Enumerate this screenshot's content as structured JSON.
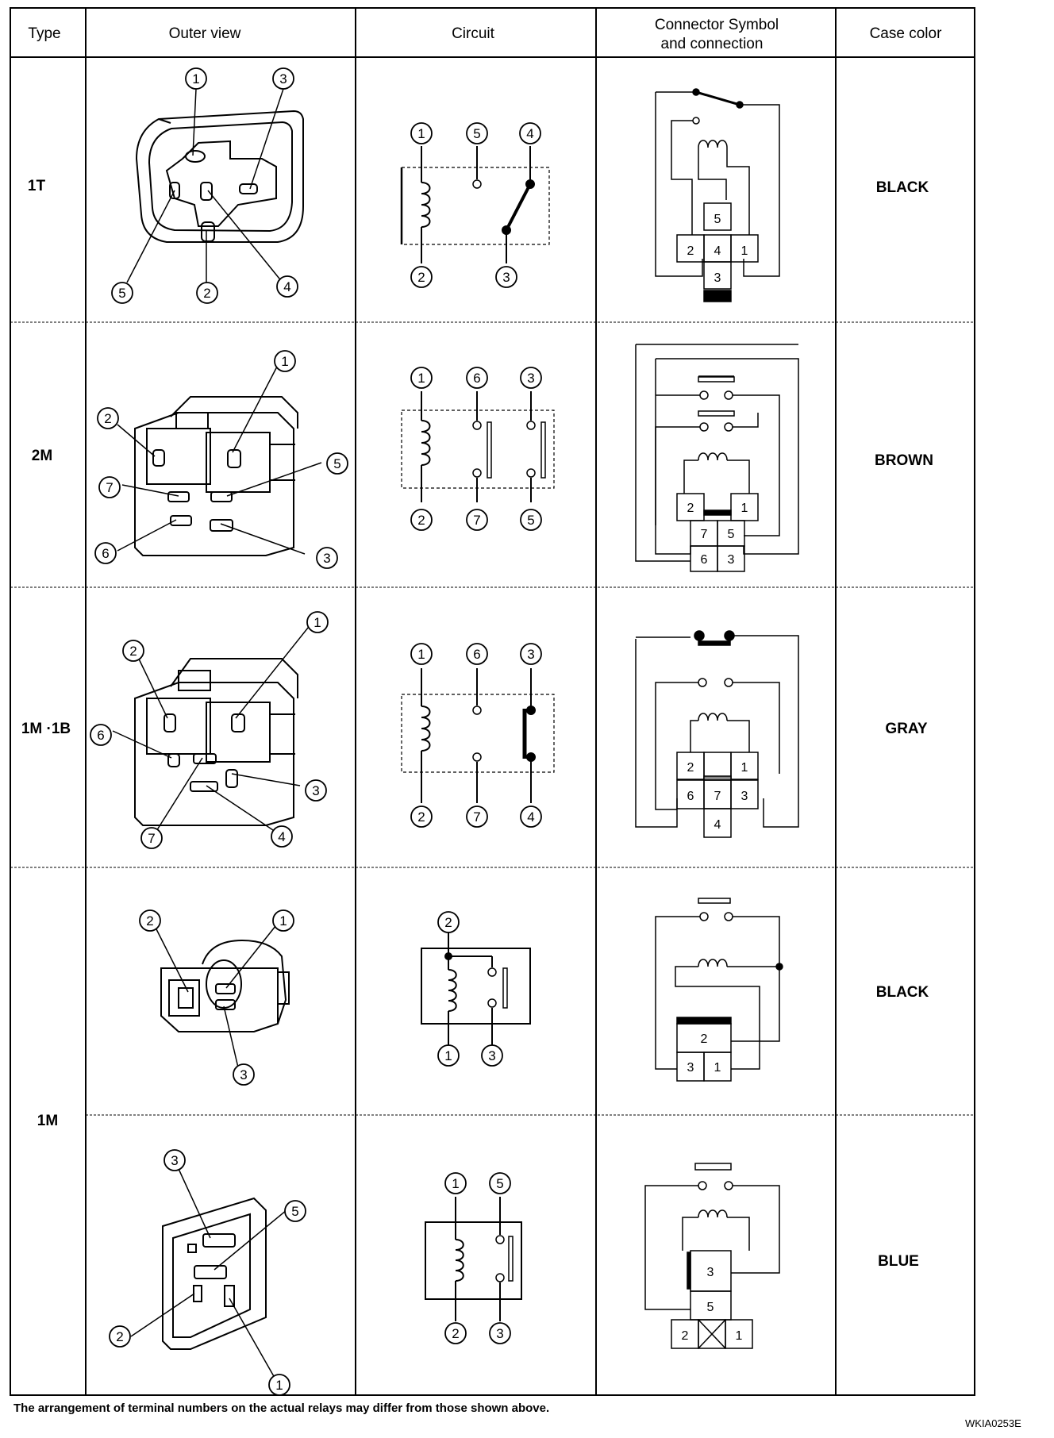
{
  "headers": {
    "type": "Type",
    "outer_view": "Outer view",
    "circuit": "Circuit",
    "connector_line1": "Connector Symbol",
    "connector_line2": "and connection",
    "case_color": "Case color"
  },
  "rows": [
    {
      "type": "1T",
      "case_color": "BLACK"
    },
    {
      "type": "2M",
      "case_color": "BROWN"
    },
    {
      "type": "1M ·1B",
      "case_color": "GRAY"
    },
    {
      "type": "",
      "case_color": "BLACK"
    },
    {
      "type": "",
      "case_color": "BLUE"
    }
  ],
  "merged_type_label": "1M",
  "terminal_numbers": [
    "1",
    "2",
    "3",
    "4",
    "5",
    "6",
    "7"
  ],
  "footnote": "The arrangement of terminal numbers on the actual relays may differ from those shown above.",
  "doc_code": "WKIA0253E"
}
